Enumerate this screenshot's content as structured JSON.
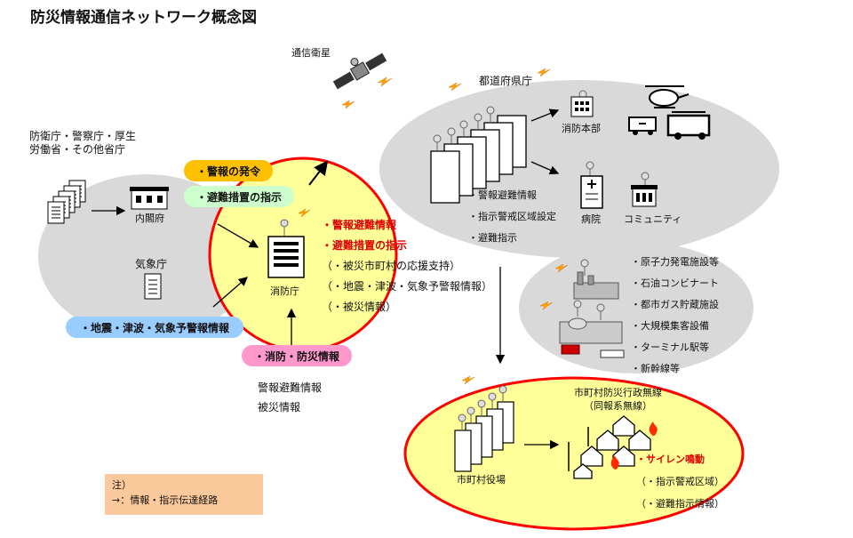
{
  "title": "防災情報通信ネットワーク概念図",
  "satellite_label": "通信衛星",
  "ministries": [
    "防衛庁・警察庁・厚生",
    "労働省・その他省庁"
  ],
  "cabinet_office": "内閣府",
  "meteorological_agency": "気象庁",
  "fdma": "消防庁",
  "prefecture": "都道府県庁",
  "fire_hq": "消防本部",
  "hospital": "病院",
  "community": "コミュニティ",
  "city_hall": "市町村役場",
  "municipal_radio": [
    "市町村防災行政無線",
    "（同報系無線）"
  ],
  "pills": {
    "warning_issue": "・警報の発令",
    "evacuation_order": "・避難措置の指示",
    "quake_tsunami": "・地震・津波・気象予警報情報",
    "fire_disaster": "・消防・防災情報"
  },
  "fdma_info": {
    "red": [
      "・警報避難情報",
      "・避難措置の指示"
    ],
    "black": [
      "（・被災市町村の応援支持）",
      "（・地震・津波・気象予警報情報）",
      "（・被災情報）"
    ]
  },
  "pref_info": [
    "・警報避難情報",
    "・指示警戒区域設定",
    "・避難指示"
  ],
  "facilities": [
    "・原子力発電施設等",
    "・石油コンビナート",
    "・都市ガス貯蔵施設",
    "・大規模集客設備",
    "・ターミナル駅等",
    "・新幹線等"
  ],
  "below_fire": [
    "警報避難情報",
    "被災情報"
  ],
  "siren": {
    "red": "・サイレン鳴動",
    "black": [
      "（・指示警戒区域）",
      "（・避難指示情報）"
    ]
  },
  "note": {
    "title": "注）",
    "line": "→：情報・指示伝達経路"
  },
  "colors": {
    "gray_ellipse": "#d9d9d9",
    "yellow_fill": "#ffff99",
    "red_border": "#ff0000",
    "pill_orange": "#ffc000",
    "pill_green": "#ccffcc",
    "pill_blue": "#99ccff",
    "pill_pink": "#ff99cc",
    "note_bg": "#fbc99b"
  }
}
